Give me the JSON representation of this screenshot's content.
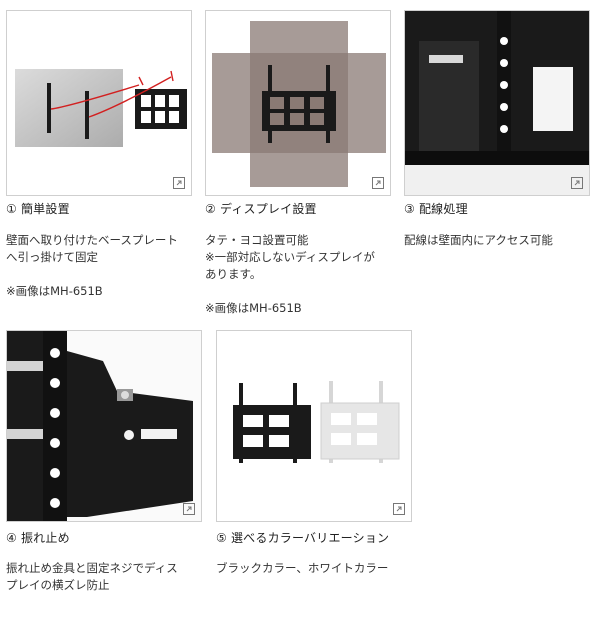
{
  "cards": [
    {
      "title": "① 簡単設置",
      "lines": [
        "壁面へ取り付けたベースプレート",
        "へ引っ掛けて固定",
        "",
        "※画像はMH-651B"
      ],
      "zoom_icon": "expand-icon"
    },
    {
      "title": "② ディスプレイ設置",
      "lines": [
        "タテ・ヨコ設置可能",
        "※一部対応しないディスプレイが",
        "あります。",
        "",
        "※画像はMH-651B"
      ],
      "zoom_icon": "expand-icon"
    },
    {
      "title": "③ 配線処理",
      "lines": [
        "配線は壁面内にアクセス可能"
      ],
      "zoom_icon": "expand-icon"
    },
    {
      "title": "④ 振れ止め",
      "lines": [
        "振れ止め金具と固定ネジでディス",
        "プレイの横ズレ防止"
      ],
      "zoom_icon": "expand-icon"
    },
    {
      "title": "⑤ 選べるカラーバリエーション",
      "lines": [
        "ブラックカラー、ホワイトカラー"
      ],
      "zoom_icon": "expand-icon"
    }
  ],
  "colors": {
    "border": "#cfcfcf",
    "bracket_black": "#1a1a1a",
    "bracket_white": "#e6e6e6",
    "arrow_red": "#d22020",
    "plate_gray": "#b8b8b8",
    "overlay": "#7a6a64"
  }
}
